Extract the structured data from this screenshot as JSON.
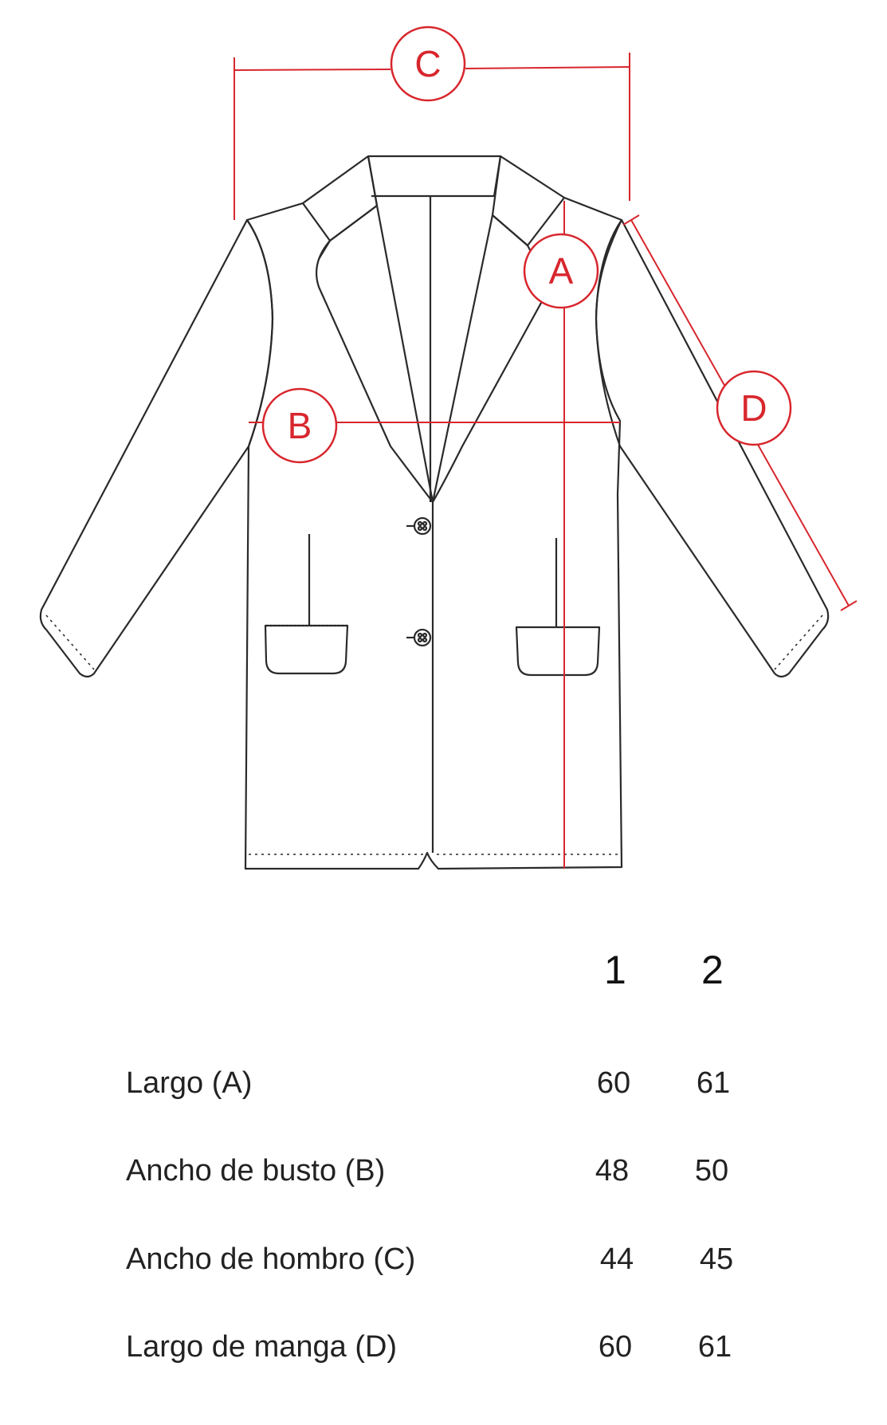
{
  "markers": {
    "a": "A",
    "b": "B",
    "c": "C",
    "d": "D"
  },
  "colors": {
    "measure": "#d8262d",
    "outline": "#2a2a2a"
  },
  "table": {
    "sizes": [
      "1",
      "2"
    ],
    "rows": [
      {
        "label": "Largo (A)",
        "values": [
          "60",
          "61"
        ]
      },
      {
        "label": "Ancho de busto (B)",
        "values": [
          "48",
          "50"
        ]
      },
      {
        "label": "Ancho de hombro (C)",
        "values": [
          "44",
          "45"
        ]
      },
      {
        "label": "Largo de manga (D)",
        "values": [
          "60",
          "61"
        ]
      }
    ]
  }
}
